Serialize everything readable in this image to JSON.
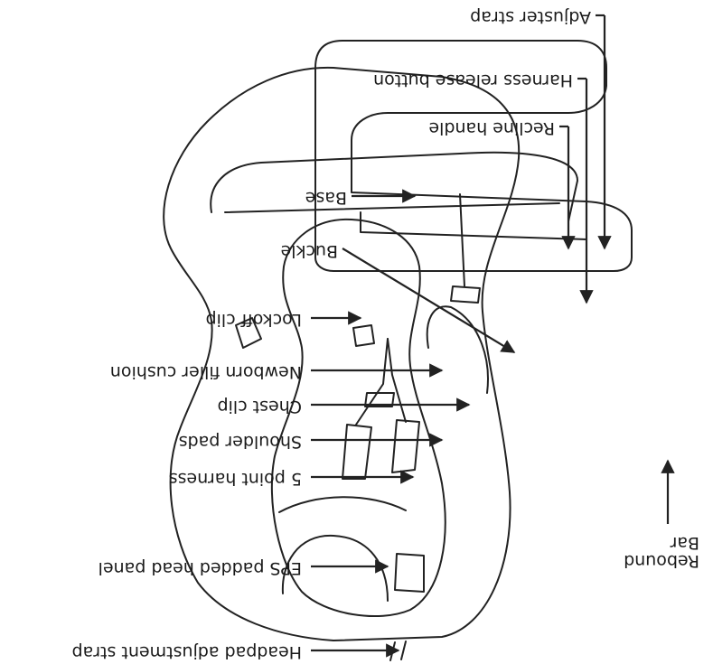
{
  "labels": {
    "adjuster_strap": "Adjuster strap",
    "harness_release_button": "Harness release button",
    "recline_handle": "Recline handle",
    "base": "Base",
    "buckle": "Buckle",
    "lockoff_clip": "Lockoff clip",
    "newborn_filler_cushion": "Newborn filler cushion",
    "chest_clip": "Chest clip",
    "shoulder_pads": "Shoulder pads",
    "five_point_harness": "5 point harness",
    "eps_padded_head_panel": "EPS padded head panel",
    "headpad_adjustment_strap": "Headpad adjustment strap",
    "rebound_bar_line1": "Rebound",
    "rebound_bar_line2": "Bar"
  },
  "orientation": "upside-down",
  "colors": {
    "stroke": "#222222",
    "fill": "#ffffff",
    "text": "#1a1a1a"
  }
}
